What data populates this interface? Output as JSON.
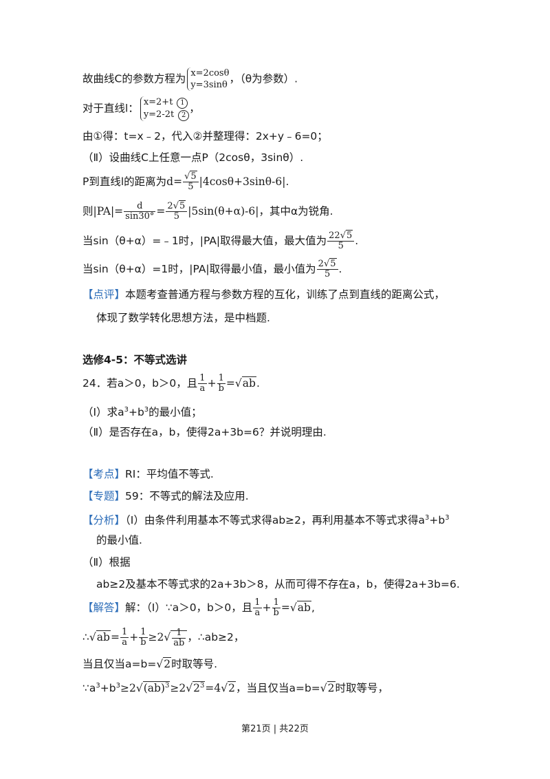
{
  "lines": {
    "l1_prefix": "故曲线C的参数方程为",
    "l1_x": "x=2cosθ",
    "l1_y": "y=3sinθ",
    "l1_suffix": "，（θ为参数）.",
    "l2_prefix": "对于直线l：",
    "l2_x": "x=2+t",
    "l2_y": "y=2-2t",
    "l2_c1": "1",
    "l2_c2": "2",
    "l2_suffix": "，",
    "l3": "由①得：t=x﹣2，代入②并整理得：2x+y﹣6=0；",
    "l4": "（Ⅱ）设曲线C上任意一点P（2cosθ，3sinθ）.",
    "l5_prefix": "P到直线l的距离为",
    "l5_d": "d=",
    "l5_num": "5",
    "l5_den": "5",
    "l5_abs": "|4cosθ+3sinθ-6|",
    "l5_suffix": ".",
    "l6_prefix": "则",
    "l6_pa": "|PA|=",
    "l6_num1": "d",
    "l6_den1": "sin30°",
    "l6_eq": "=",
    "l6_num2a": "2",
    "l6_num2b": "5",
    "l6_den2": "5",
    "l6_abs": "|5sin(θ+α)-6|",
    "l6_suffix": "，其中α为锐角.",
    "l7_prefix": "当sin（θ+α）=﹣1时，|PA|取得最大值，最大值为",
    "l7_num_a": "22",
    "l7_num_b": "5",
    "l7_den": "5",
    "l7_suffix": ".",
    "l8_prefix": "当sin（θ+α）=1时，|PA|取得最小值，最小值为",
    "l8_num_a": "2",
    "l8_num_b": "5",
    "l8_den": "5",
    "l8_suffix": ".",
    "comment_tag": "【点评】",
    "comment_1": "本题考查普通方程与参数方程的互化，训练了点到直线的距离公式，",
    "comment_2": "体现了数学转化思想方法，是中档题.",
    "section": "选修4-5：不等式选讲",
    "q24_prefix": "24．若a＞0，b＞0，且",
    "q24_f1n": "1",
    "q24_f1d": "a",
    "q24_plus": "+",
    "q24_f2n": "1",
    "q24_f2d": "b",
    "q24_eq": "=",
    "q24_rad": "ab",
    "q24_suffix": ".",
    "q24_1_prefix": "（Ⅰ）求a",
    "q24_1_mid": "+b",
    "q24_1_suffix": "的最小值；",
    "sup3": "3",
    "q24_2": "（Ⅱ）是否存在a，b，使得2a+3b=6？并说明理由.",
    "kd_tag": "【考点】",
    "kd_text": "RI：平均值不等式.",
    "zt_tag": "【专题】",
    "zt_text": "59：不等式的解法及应用.",
    "fx_tag": "【分析】",
    "fx_text1": "（Ⅰ）由条件利用基本不等式求得ab≥2，再利用基本不等式求得a",
    "fx_text1b": "+b",
    "fx_text2": "的最小值.",
    "fx_ii": "（Ⅱ）根据",
    "fx_text3": "ab≥2及基本不等式求的2a+3b＞8，从而可得不存在a，b，使得2a+3b=6.",
    "jd_tag": "【解答】",
    "jd_text": "解：（Ⅰ）∵a＞0，b＞0，且",
    "jd_suffix": ",",
    "s1_prefix": "∴",
    "s1_eq": "=",
    "s1_ge": "≥2",
    "s1_inner_n": "1",
    "s1_inner_d": "ab",
    "s1_suffix": "，∴ab≥2，",
    "s2_prefix": "当且仅当a=b=",
    "s2_rad": "2",
    "s2_suffix": "时取等号.",
    "s3_prefix": "∵a",
    "s3_mid": "+b",
    "s3_ge1": "≥2",
    "s3_rad1": "(ab)",
    "s3_ge2": "≥2",
    "s3_rad2": "2",
    "s3_eq": "=4",
    "s3_rad3": "2",
    "s3_text": "，当且仅当a=b=",
    "s3_rad4": "2",
    "s3_suffix": "时取等号，",
    "footer": "第21页 | 共22页"
  }
}
